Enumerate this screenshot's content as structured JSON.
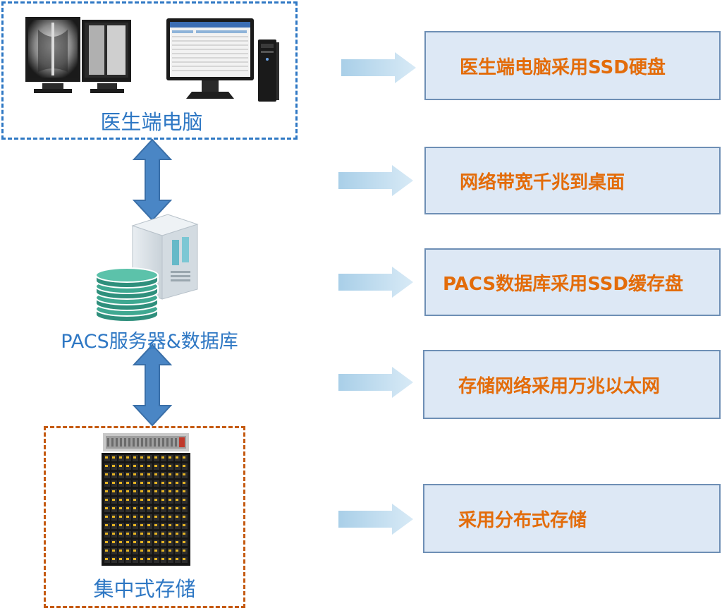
{
  "colors": {
    "blue_label": "#2f78c4",
    "orange_text": "#e36c0a",
    "box_fill": "#dde8f5",
    "box_border": "#6e8fb5",
    "storage_dash": "#c55a11",
    "connector_arrow": "#4a86c5"
  },
  "groups": {
    "doctor_pc": "医生端电脑",
    "pacs_server": "PACS服务器&数据库",
    "central_storage": "集中式存储"
  },
  "features": [
    "医生端电脑采用SSD硬盘",
    "网络带宽千兆到桌面",
    "PACS数据库采用SSD缓存盘",
    "存储网络采用万兆以太网",
    "采用分布式存储"
  ],
  "icons": [
    "xray-monitor-icon",
    "workstation-monitor-icon",
    "pc-tower-icon",
    "server-icon",
    "database-icon",
    "storage-rack-icon"
  ]
}
